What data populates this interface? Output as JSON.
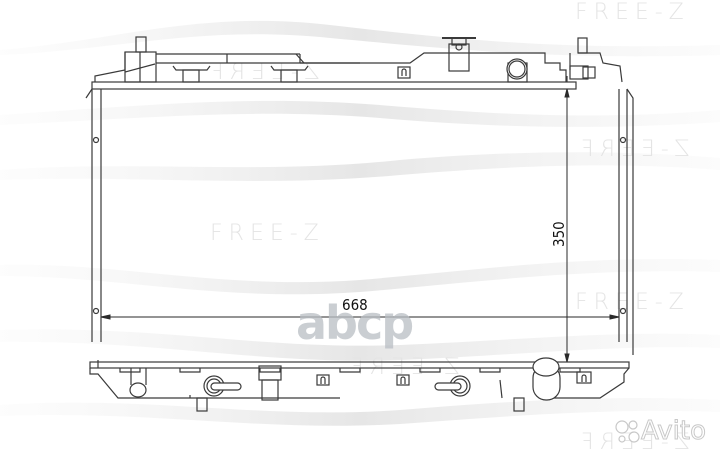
{
  "drawing": {
    "subject": "radiator-technical-drawing",
    "dimensions": {
      "width_label": "668",
      "height_label": "350"
    },
    "colors": {
      "line": "#3a3a3a",
      "watermark": "#e4e4e4",
      "wave": "#ececec",
      "background": "#ffffff"
    }
  },
  "watermarks": {
    "brand": "FREE-Z",
    "brand_mirrored": "Z-EERF",
    "center_logo": "abcp",
    "marketplace_logo": "Avito"
  }
}
